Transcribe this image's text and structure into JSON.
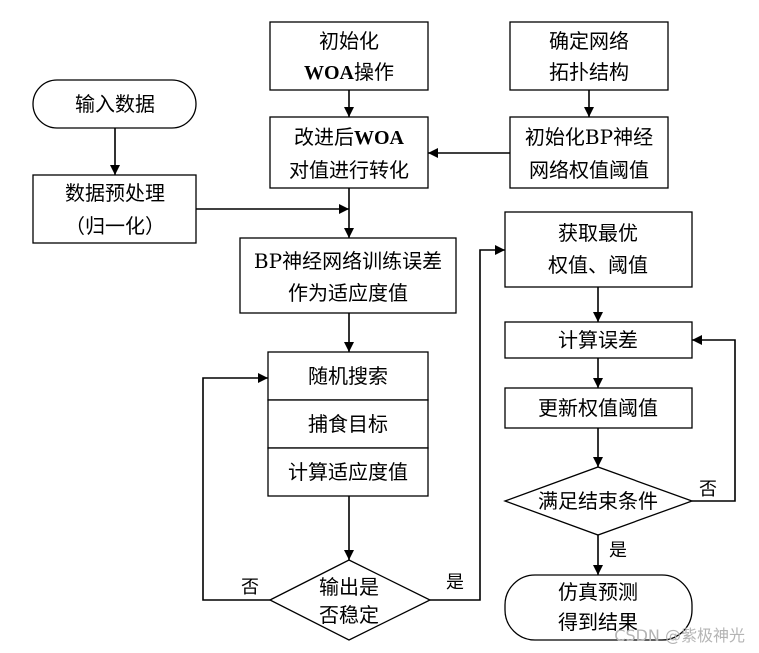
{
  "colors": {
    "line": "#000000",
    "fill": "#ffffff",
    "background": "#ffffff",
    "text": "#000000",
    "watermark": "#b4b4b4"
  },
  "nodes": {
    "init_woa": {
      "line1": "初始化",
      "line2_bold": "WOA",
      "line2_rest": "操作"
    },
    "topology": {
      "line1": "确定网络",
      "line2": "拓扑结构"
    },
    "input": {
      "label": "输入数据"
    },
    "improved_woa": {
      "line1_rest": "改进后",
      "line1_bold": "WOA",
      "line2": "对值进行转化"
    },
    "init_bp": {
      "line1": "初始化BP神经",
      "line2": "网络权值阈值"
    },
    "preprocess": {
      "line1": "数据预处理",
      "line2": "（归一化）"
    },
    "fitness": {
      "line1": "BP神经网络训练误差",
      "line2": "作为适应度值"
    },
    "search_steps": [
      "随机搜索",
      "捕食目标",
      "计算适应度值"
    ],
    "stable_check": {
      "line1": "输出是",
      "line2": "否稳定"
    },
    "best": {
      "line1": "获取最优",
      "line2": "权值、阈值"
    },
    "calc_error": {
      "label": "计算误差"
    },
    "update": {
      "label": "更新权值阈值"
    },
    "end_check": {
      "label": "满足结束条件"
    },
    "result": {
      "line1": "仿真预测",
      "line2": "得到结果"
    }
  },
  "edge_labels": {
    "stable_no": "否",
    "stable_yes": "是",
    "end_no": "否",
    "end_yes": "是"
  },
  "watermark": "CSDN @紫极神光"
}
